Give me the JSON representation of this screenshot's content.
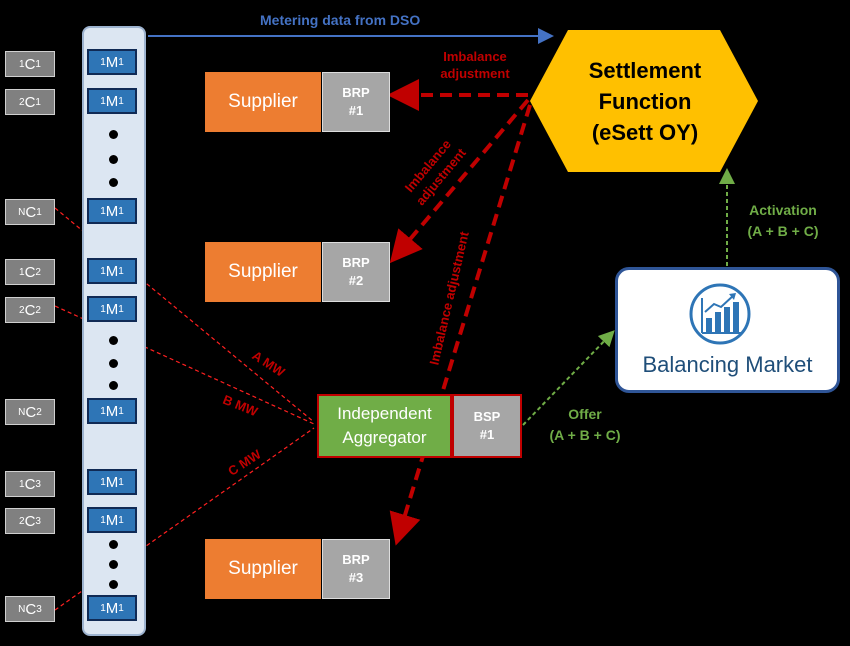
{
  "consumers": [
    {
      "pre": "1",
      "main": "C",
      "sub": "1"
    },
    {
      "pre": "2",
      "main": "C",
      "sub": "1"
    },
    {
      "pre": "N",
      "main": "C",
      "sub": "1"
    },
    {
      "pre": "1",
      "main": "C",
      "sub": "2"
    },
    {
      "pre": "2",
      "main": "C",
      "sub": "2"
    },
    {
      "pre": "N",
      "main": "C",
      "sub": "2"
    },
    {
      "pre": "1",
      "main": "C",
      "sub": "3"
    },
    {
      "pre": "2",
      "main": "C",
      "sub": "3"
    },
    {
      "pre": "N",
      "main": "C",
      "sub": "3"
    }
  ],
  "meter": {
    "pre": "1",
    "main": "M",
    "sub": "1"
  },
  "suppliers": [
    {
      "label": "Supplier",
      "brp_line1": "BRP",
      "brp_line2": "#1"
    },
    {
      "label": "Supplier",
      "brp_line1": "BRP",
      "brp_line2": "#2"
    },
    {
      "label": "Supplier",
      "brp_line1": "BRP",
      "brp_line2": "#3"
    }
  ],
  "aggregator": {
    "line1": "Independent",
    "line2": "Aggregator",
    "bsp_line1": "BSP",
    "bsp_line2": "#1"
  },
  "settlement": {
    "line1": "Settlement",
    "line2": "Function",
    "line3": "(eSett OY)"
  },
  "market": {
    "label": "Balancing Market",
    "icon": "bar-chart-growth-icon"
  },
  "labels": {
    "metering": "Metering data from DSO",
    "imbalance1_line1": "Imbalance",
    "imbalance1_line2": "adjustment",
    "imbalance2_line1": "Imbalance",
    "imbalance2_line2": "adjustment",
    "imbalance3": "Imbalance adjustment",
    "a_mw": "A MW",
    "b_mw": "B MW",
    "c_mw": "C MW",
    "activation_line1": "Activation",
    "activation_line2": "(A + B + C)",
    "offer_line1": "Offer",
    "offer_line2": "(A + B + C)"
  },
  "colors": {
    "supplier": "#ed7d31",
    "brp": "#a6a6a6",
    "aggregator": "#70ad47",
    "settlement": "#ffc000",
    "imbalance_arrow": "#c00000",
    "offer_arrow": "#70ad47",
    "metering_arrow": "#4472c4"
  }
}
